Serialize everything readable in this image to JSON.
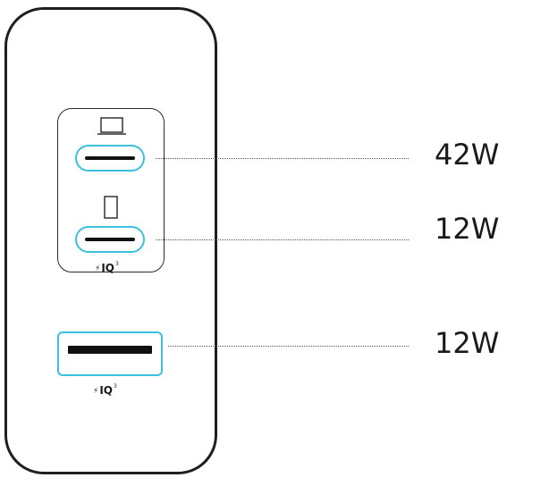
{
  "ports": [
    {
      "id": "usb-c-1",
      "connector": "USB-C",
      "device_icon": "laptop-icon",
      "output_label": "42W"
    },
    {
      "id": "usb-c-2",
      "connector": "USB-C",
      "device_icon": "phone-icon",
      "output_label": "12W"
    },
    {
      "id": "usb-a-1",
      "connector": "USB-A",
      "output_label": "12W"
    }
  ],
  "badges": [
    {
      "bolt": "⚡",
      "text": "IQ",
      "superscript": "3"
    },
    {
      "bolt": "⚡",
      "text": "IQ",
      "superscript": "3"
    }
  ],
  "colors": {
    "port_outline": "#39c1dd",
    "body_outline": "#1f1f1f",
    "text": "#1a1a1a"
  }
}
